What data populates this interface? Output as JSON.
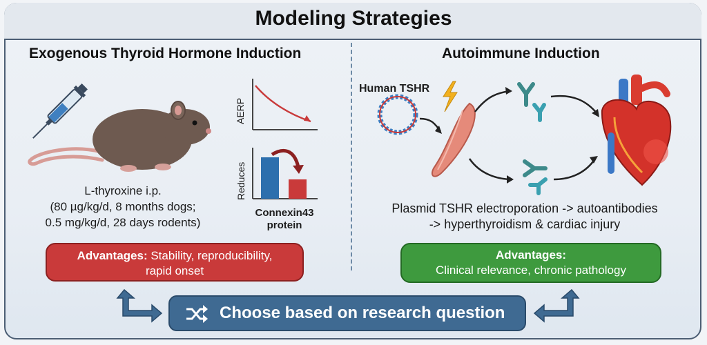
{
  "title": "Modeling Strategies",
  "left": {
    "heading": "Exogenous Thyroid Hormone Induction",
    "dose_line1": "L-thyroxine i.p.",
    "dose_line2": "(80 µg/kg/d, 8 months dogs;",
    "dose_line3": "0.5 mg/kg/d, 28 days rodents)",
    "aerp_label": "AERP",
    "reduces_label": "Reduces",
    "connexin_line1": "Connexin43",
    "connexin_line2": "protein",
    "advantages_label": "Advantages:",
    "advantages_line1": " Stability, reproducibility,",
    "advantages_line2": "rapid onset"
  },
  "right": {
    "heading": "Autoimmune Induction",
    "tshr_label": "Human TSHR",
    "mech_line1": "Plasmid TSHR electroporation -> autoantibodies",
    "mech_line2": "-> hyperthyroidism & cardiac injury",
    "advantages_label": "Advantages:",
    "advantages_text": "Clinical relevance, chronic pathology"
  },
  "bottom": {
    "choose_label": "Choose based on research question",
    "icon": "shuffle-icon"
  },
  "colors": {
    "red": "#c93a3a",
    "green": "#3e9a3e",
    "blue": "#3f6a92"
  }
}
